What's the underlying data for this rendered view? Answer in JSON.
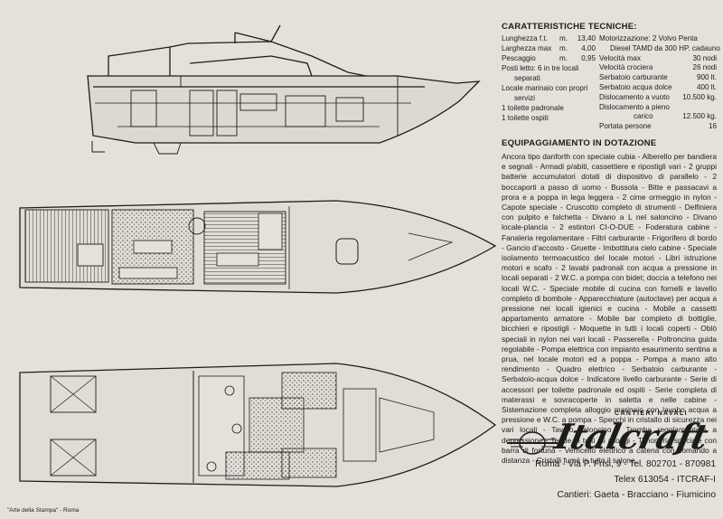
{
  "specs": {
    "title": "CARATTERISTICHE TECNICHE:",
    "left": [
      {
        "label": "Lunghezza f.t.",
        "unit": "m.",
        "value": "13,40"
      },
      {
        "label": "Larghezza max",
        "unit": "m.",
        "value": "4,00"
      },
      {
        "label": "Pescaggio",
        "unit": "m.",
        "value": "0,95"
      },
      {
        "label": "Posti letto: 6 in tre locali",
        "unit": "",
        "value": ""
      },
      {
        "label": "separati",
        "unit": "",
        "value": ""
      },
      {
        "label": "Locale marinaio con propri",
        "unit": "",
        "value": ""
      },
      {
        "label": "servizi",
        "unit": "",
        "value": ""
      },
      {
        "label": "1 toilette padronale",
        "unit": "",
        "value": ""
      },
      {
        "label": "1 toilette ospiti",
        "unit": "",
        "value": ""
      }
    ],
    "right": [
      {
        "label": "Motorizzazione: 2 Volvo Penta",
        "value": ""
      },
      {
        "label": "Diesel TAMD da 300 HP. cadauno",
        "value": ""
      },
      {
        "label": "Velocità max",
        "value": "30 nodi"
      },
      {
        "label": "Velocità crociera",
        "value": "26 nodi"
      },
      {
        "label": "Serbatoio carburante",
        "value": "900 lt."
      },
      {
        "label": "Serbatoio acqua dolce",
        "value": "400 lt."
      },
      {
        "label": "Dislocamento a vuoto",
        "value": "10.500 kg."
      },
      {
        "label": "Dislocamento a pieno",
        "value": ""
      },
      {
        "label": "carico",
        "value": "12.500 kg."
      },
      {
        "label": "Portata persone",
        "value": "16"
      }
    ]
  },
  "equipment": {
    "title": "EQUIPAGGIAMENTO IN DOTAZIONE",
    "text": "Ancora tipo danforth con speciale cubia - Alberello per bandiera e segnali - Armadi p/abiti, cassettiere e ripostigli vari - 2 gruppi batterie accumulatori dotati di dispositivo di parallelo - 2 boccaporti a passo di uomo - Bussola - Bitte e passacavi a prora e a poppa in lega leggera - 2 cime ormeggio in nylon - Capote speciale - Cruscotto completo di strumenti - Delfiniera con pulpito e falchetta - Divano a L nel saloncino - Divano locale-plancia - 2 estintori CI-O-DUE - Foderatura cabine - Fanaleria regolamentare - Filtri carburante - Frigorifero di bordo - Gancio d'accosto - Gruette - Imbottitura cielo cabine - Speciale isolamento termoacustico del locale motori - Libri istruzione motori e scafo - 2 lavabi padronali con acqua a pressione in locali separati - 2 W.C. a pompa con bidet; doccia a telefono nei locali W.C. - Speciale mobile di cucina con fornelli e lavello completo di bombole - Apparecchiature (autoclave) per acqua a pressione nei locali igienici e cucina - Mobile a cassetti appartamento armatore - Mobile bar completo di bottiglie, bicchieri e ripostigli - Moquette in tutti i locali coperti - Oblò speciali in nylon nei vari locali - Passerella - Poltroncina guida regolabile - Pompa elettrica con impianto esaurimento sentina a prua, nel locale motori ed a poppa - Pompa a mano alto rendimento - Quadro elettrico - Serbatoio carburante - Serbatoio-acqua dolce - Indicatore livello carburante - Serie di accessori per toilette padronale ed ospiti - Serie completa di materassi e sovracoperte in saletta e nelle cabine - Sistemazione completa alloggio marinaio con lavabo acqua a pressione e W.C. a pompa - Specchi in cristallo di sicurezza nei vari locali - Tavolo saloncino - Tromba regolamentare a depressione - Tende in tutti gli alloggi - Timoneria speciale con barra di fortuna - Verricello elettrico a catena con comando a distanza - Cristalli fumé in tutto il salone."
  },
  "brand": {
    "small": "CANTIERI NAVALI",
    "name": "Italcraft"
  },
  "contact": {
    "address": "Roma - Via P. Frisi, 9 - Tel. 802701 - 870981",
    "telex": "Telex 613054 - ITCRAF-I",
    "yards": "Cantieri: Gaeta - Bracciano - Fiumicino"
  },
  "credit": "\"Arte della Stampa\" - Roma",
  "colors": {
    "paper": "#e4e1da",
    "ink": "#1c1c1c"
  }
}
